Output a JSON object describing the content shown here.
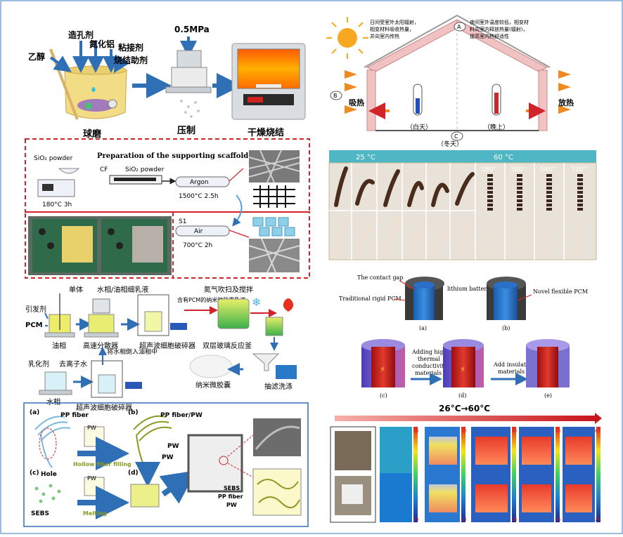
{
  "p1": {
    "ethanol": "乙醇",
    "pore": "造孔剂",
    "aln": "氮化铝",
    "binder": "粘接剂",
    "sinter_aid": "烧结助剂",
    "pressure": "0.5MPa",
    "ball_mill": "球磨",
    "press": "压制",
    "dry_sinter": "干燥烧结"
  },
  "p2": {
    "sio2": "SiO₂ powder",
    "title": "Preparation of the supporting scaffold",
    "cf": "CF",
    "sio2_2": "SiO₂ powder",
    "argon": "Argon",
    "cond1": "1500°C  2.5h",
    "furnace": "180°C  3h",
    "s1": "S1",
    "air": "Air",
    "cond2": "700°C  2h"
  },
  "p3": {
    "monomer": "单体",
    "water_oil": "水相/油相细乳液",
    "initiator": "引发剂",
    "pcm": "PCM",
    "oil": "油相",
    "disperser": "高速分散器",
    "ultrasonic": "超声波细胞破碎器",
    "nitrogen": "氮气吹扫及搅拌",
    "emulsion": "含有PCM的纳米微胶囊乳液",
    "pour": "将水相倒入油相中",
    "reactor": "双层玻璃反应釜",
    "emulsifier": "乳化剂",
    "deion": "去离子水",
    "water": "水相",
    "ultrasonic2": "超声波细胞破碎器",
    "nano": "纳米微胶囊",
    "filter": "抽滤洗涤"
  },
  "p4": {
    "a": "(a)",
    "pp_fiber": "PP fiber",
    "hole": "Hole",
    "pw1": "PW",
    "hollow": "Hollow fiber filling",
    "b": "(b)",
    "pp_pw": "PP fiber/PW",
    "pw2": "PW",
    "pw3": "PW",
    "c": "(c)",
    "sebs": "SEBS",
    "pw4": "PW",
    "melting": "Melting",
    "d": "(d)",
    "leg_sebs": "SEBS",
    "leg_pp": "PP fiber",
    "leg_pw": "PW"
  },
  "p5": {
    "a": "A",
    "b": "B",
    "c": "C",
    "day_text1": "日间受室外太阳辐射，",
    "day_text2": "相变材料吸收热量，",
    "day_text3": "并向室内传热",
    "night_text1": "夜间室外温度较低，相变材",
    "night_text2": "料向室内释放热量(辐射)，",
    "night_text3": "提高室内热舒适性",
    "absorb": "吸热",
    "release": "放热",
    "day": "（白天）",
    "winter": "（冬天）",
    "night": "（晚上）"
  },
  "p6": {
    "t25": "25 °C",
    "t60": "60 °C",
    "r180": "180°",
    "r360": "360°",
    "r540": "540°",
    "r720": "720°"
  },
  "p7": {
    "gap": "The contact gap",
    "lithium": "lithium battery",
    "rigid": "Traditional rigid PCM",
    "flexible": "Novel flexible PCM",
    "a": "(a)",
    "b": "(b)",
    "adding1": "Adding high",
    "adding2": "thermal",
    "adding3": "conductivity",
    "adding4": "materials",
    "ins1": "Add insulating",
    "ins2": "materials",
    "c": "(c)",
    "d": "(d)",
    "e": "(e)"
  },
  "p8": {
    "range": "26°C→60°C",
    "s1t": "26",
    "s1b": "23",
    "s2t": "30",
    "s2b": "23",
    "s3t": "40",
    "s3b": "26",
    "s4t": "50",
    "s4b": "26",
    "s5t": "60",
    "s5b": "26"
  },
  "colors": {
    "arrow_blue": "#2e6fb6",
    "dash_red": "#d0232a",
    "frame_blue": "#2e6fb6",
    "teal_header": "#4fb7c4"
  }
}
